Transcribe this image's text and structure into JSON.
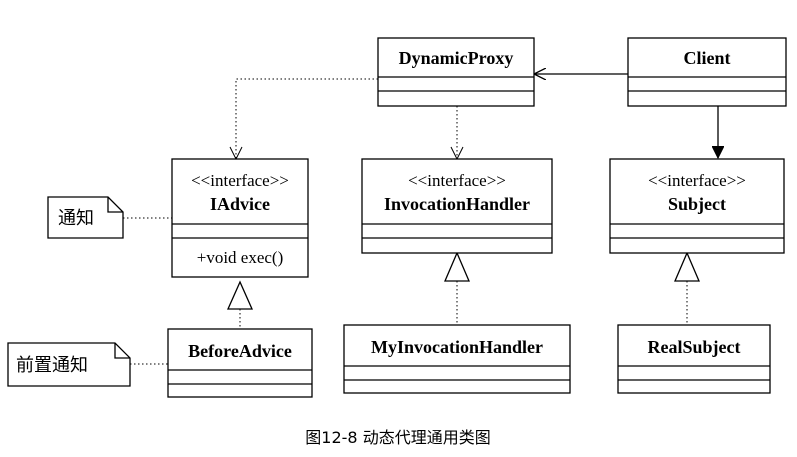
{
  "classes": {
    "dynamic_proxy": "DynamicProxy",
    "client": "Client",
    "iadvice": {
      "stereotype": "<<interface>>",
      "name": "IAdvice",
      "method": "+void exec()"
    },
    "invocation_handler": {
      "stereotype": "<<interface>>",
      "name": "InvocationHandler"
    },
    "subject": {
      "stereotype": "<<interface>>",
      "name": "Subject"
    },
    "before_advice": "BeforeAdvice",
    "my_invocation_handler": "MyInvocationHandler",
    "real_subject": "RealSubject"
  },
  "notes": {
    "advice_note": "通知",
    "before_note": "前置通知"
  },
  "caption": "图12-8 动态代理通用类图"
}
